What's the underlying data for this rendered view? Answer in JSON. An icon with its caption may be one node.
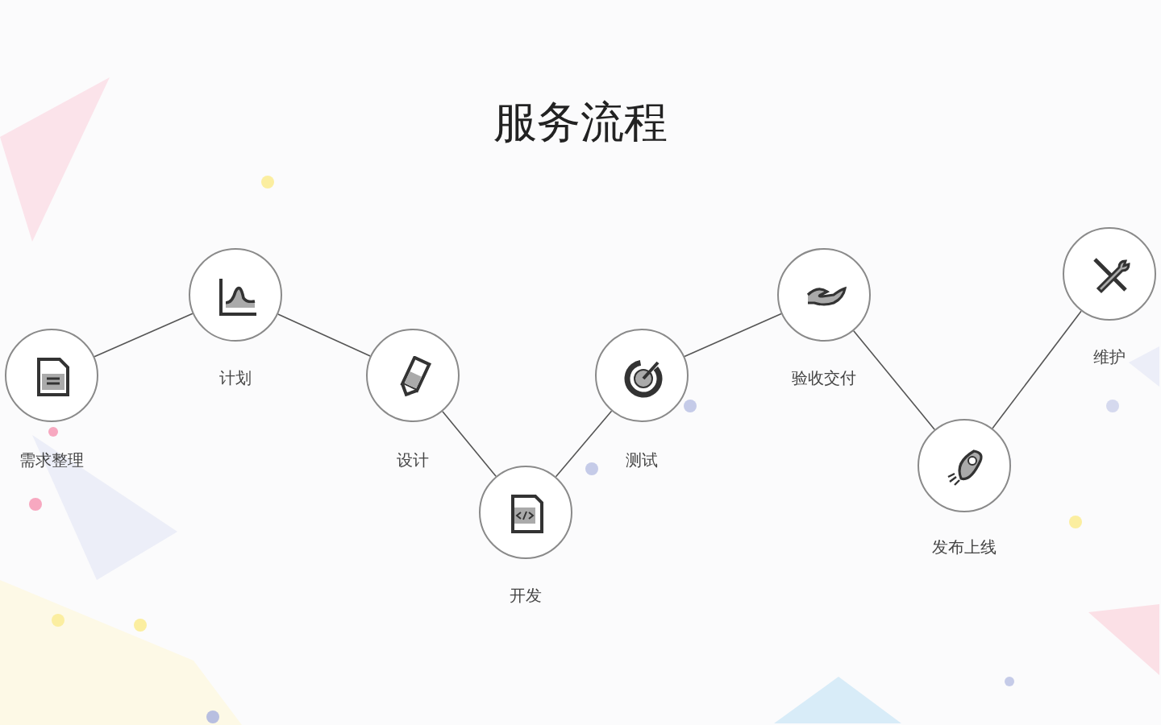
{
  "diagram": {
    "title": "服务流程",
    "nodes": [
      {
        "text": [
          "需求整理"
        ]
      },
      {
        "text": [
          "计划"
        ]
      },
      {
        "text": [
          "设计"
        ]
      },
      {
        "text": [
          "开发"
        ]
      },
      {
        "text": [
          "测试"
        ]
      },
      {
        "text": [
          "验收交付"
        ]
      },
      {
        "text": [
          "发布上线"
        ]
      },
      {
        "text": [
          "维护"
        ]
      }
    ],
    "edges": [
      {
        "from": 0,
        "to": 1,
        "arrow": "none"
      },
      {
        "from": 1,
        "to": 2,
        "arrow": "none"
      },
      {
        "from": 2,
        "to": 3,
        "arrow": "none"
      },
      {
        "from": 3,
        "to": 4,
        "arrow": "none"
      },
      {
        "from": 4,
        "to": 5,
        "arrow": "none"
      },
      {
        "from": 5,
        "to": 6,
        "arrow": "none"
      },
      {
        "from": 6,
        "to": 7,
        "arrow": "none"
      }
    ]
  }
}
